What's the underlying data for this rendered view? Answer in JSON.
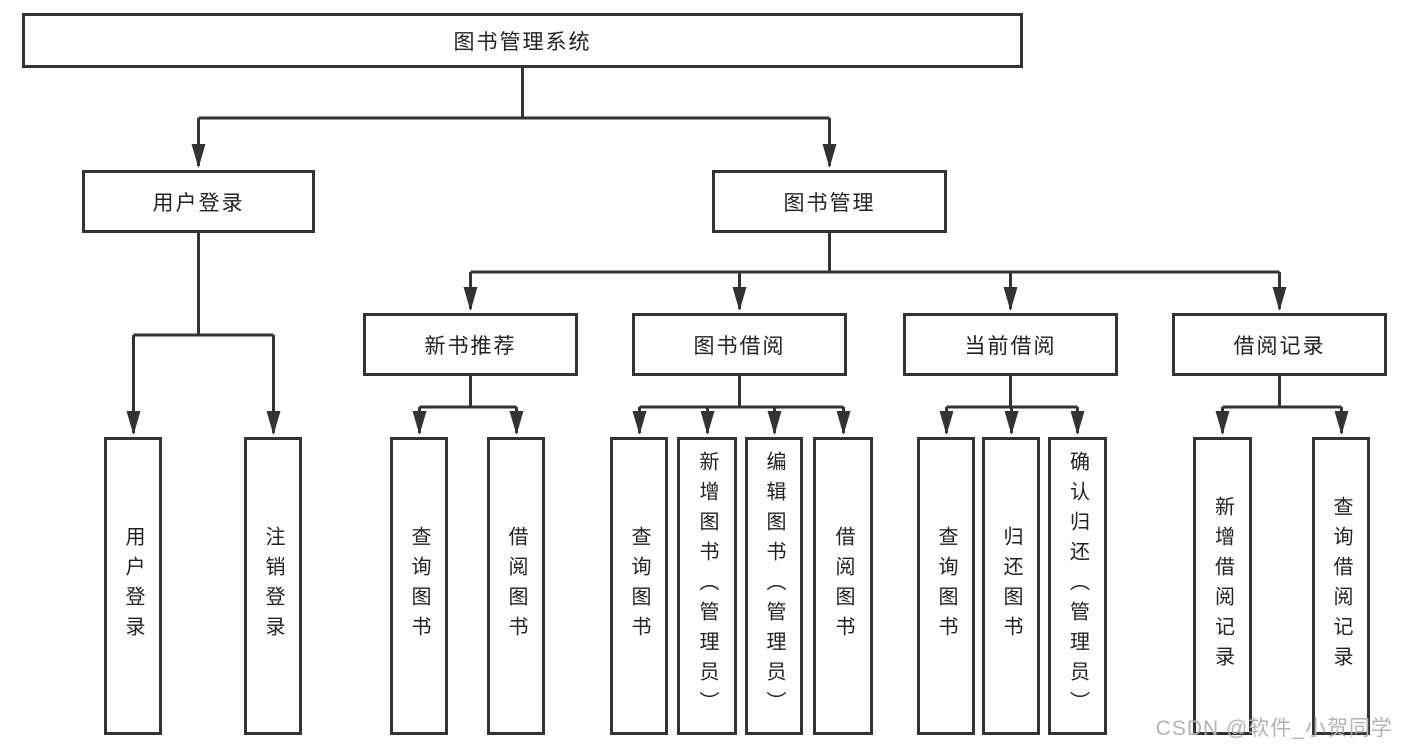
{
  "diagram": {
    "type": "tree-structure-chart",
    "title": "图书管理系统",
    "colors": {
      "line": "#333333",
      "box_border": "#333333",
      "box_background": "#ffffff",
      "text": "#222222",
      "watermark_text": "#b3b3b3",
      "page_background": "#ffffff"
    },
    "nodes": {
      "root": "图书管理系统",
      "login": "用户登录",
      "mgmt": "图书管理",
      "rec": "新书推荐",
      "borrow": "图书借阅",
      "current": "当前借阅",
      "records": "借阅记录",
      "login_user": "用户登录",
      "login_logout": "注销登录",
      "rec_query": "查询图书",
      "rec_borrow": "借阅图书",
      "borrow_query": "查询图书",
      "borrow_add": "新增图书（管理员）",
      "borrow_edit": "编辑图书（管理员）",
      "borrow_lend": "借阅图书",
      "current_query": "查询图书",
      "current_return": "归还图书",
      "current_confirm": "确认归还（管理员）",
      "records_add": "新增借阅记录",
      "records_query": "查询借阅记录"
    },
    "edges": [
      {
        "from": "root",
        "to": [
          "login",
          "mgmt"
        ]
      },
      {
        "from": "login",
        "to": [
          "login_user",
          "login_logout"
        ]
      },
      {
        "from": "mgmt",
        "to": [
          "rec",
          "borrow",
          "current",
          "records"
        ]
      },
      {
        "from": "rec",
        "to": [
          "rec_query",
          "rec_borrow"
        ]
      },
      {
        "from": "borrow",
        "to": [
          "borrow_query",
          "borrow_add",
          "borrow_edit",
          "borrow_lend"
        ]
      },
      {
        "from": "current",
        "to": [
          "current_query",
          "current_return",
          "current_confirm"
        ]
      },
      {
        "from": "records",
        "to": [
          "records_add",
          "records_query"
        ]
      }
    ],
    "watermark": "CSDN @软件_小贺同学"
  }
}
